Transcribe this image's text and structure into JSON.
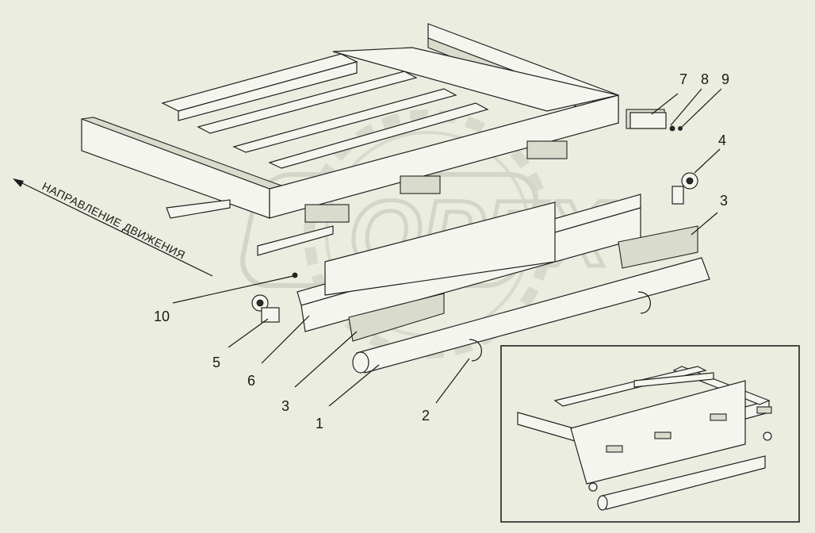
{
  "direction_label": "НАПРАВЛЕНИЕ ДВИЖЕНИЯ",
  "watermark_text": "OPEX",
  "callouts": [
    {
      "id": "c1",
      "text": "1"
    },
    {
      "id": "c2",
      "text": "2"
    },
    {
      "id": "c3a",
      "text": "3"
    },
    {
      "id": "c3b",
      "text": "3"
    },
    {
      "id": "c4",
      "text": "4"
    },
    {
      "id": "c5",
      "text": "5"
    },
    {
      "id": "c6",
      "text": "6"
    },
    {
      "id": "c7",
      "text": "7"
    },
    {
      "id": "c8",
      "text": "8"
    },
    {
      "id": "c9",
      "text": "9"
    },
    {
      "id": "c10",
      "text": "10"
    }
  ],
  "colors": {
    "background": "#ebede0",
    "line": "#1a1a1a",
    "watermark": "#c9ccbe"
  }
}
